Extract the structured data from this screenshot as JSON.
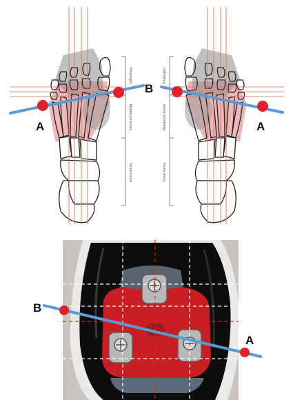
{
  "top_panel": {
    "left_foot": {
      "label_A": "A",
      "label_B": "B",
      "zone_labels": [
        "Phalanges",
        "Metatarsal bones",
        "Tarsal bones"
      ]
    },
    "right_foot": {
      "label_A": "A",
      "zone_labels": [
        "Phalanges",
        "Metatarsal bones",
        "Tarsal bones"
      ]
    }
  },
  "bottom_panel": {
    "label_A": "A",
    "label_B": "B"
  },
  "colors": {
    "blue_line": "#5b9bd5",
    "red_dot": "#e2202a",
    "guide_line": "#e07a5f",
    "metatarsal_fill": "#ebb0b2",
    "phalanx_shade": "#8c8c8c",
    "cleat_red": "#c81e24",
    "shoe_black": "#0d0d0d"
  },
  "icons": [
    "left-foot-skeleton-icon",
    "right-foot-skeleton-icon",
    "shoe-cleat-photo-icon"
  ]
}
